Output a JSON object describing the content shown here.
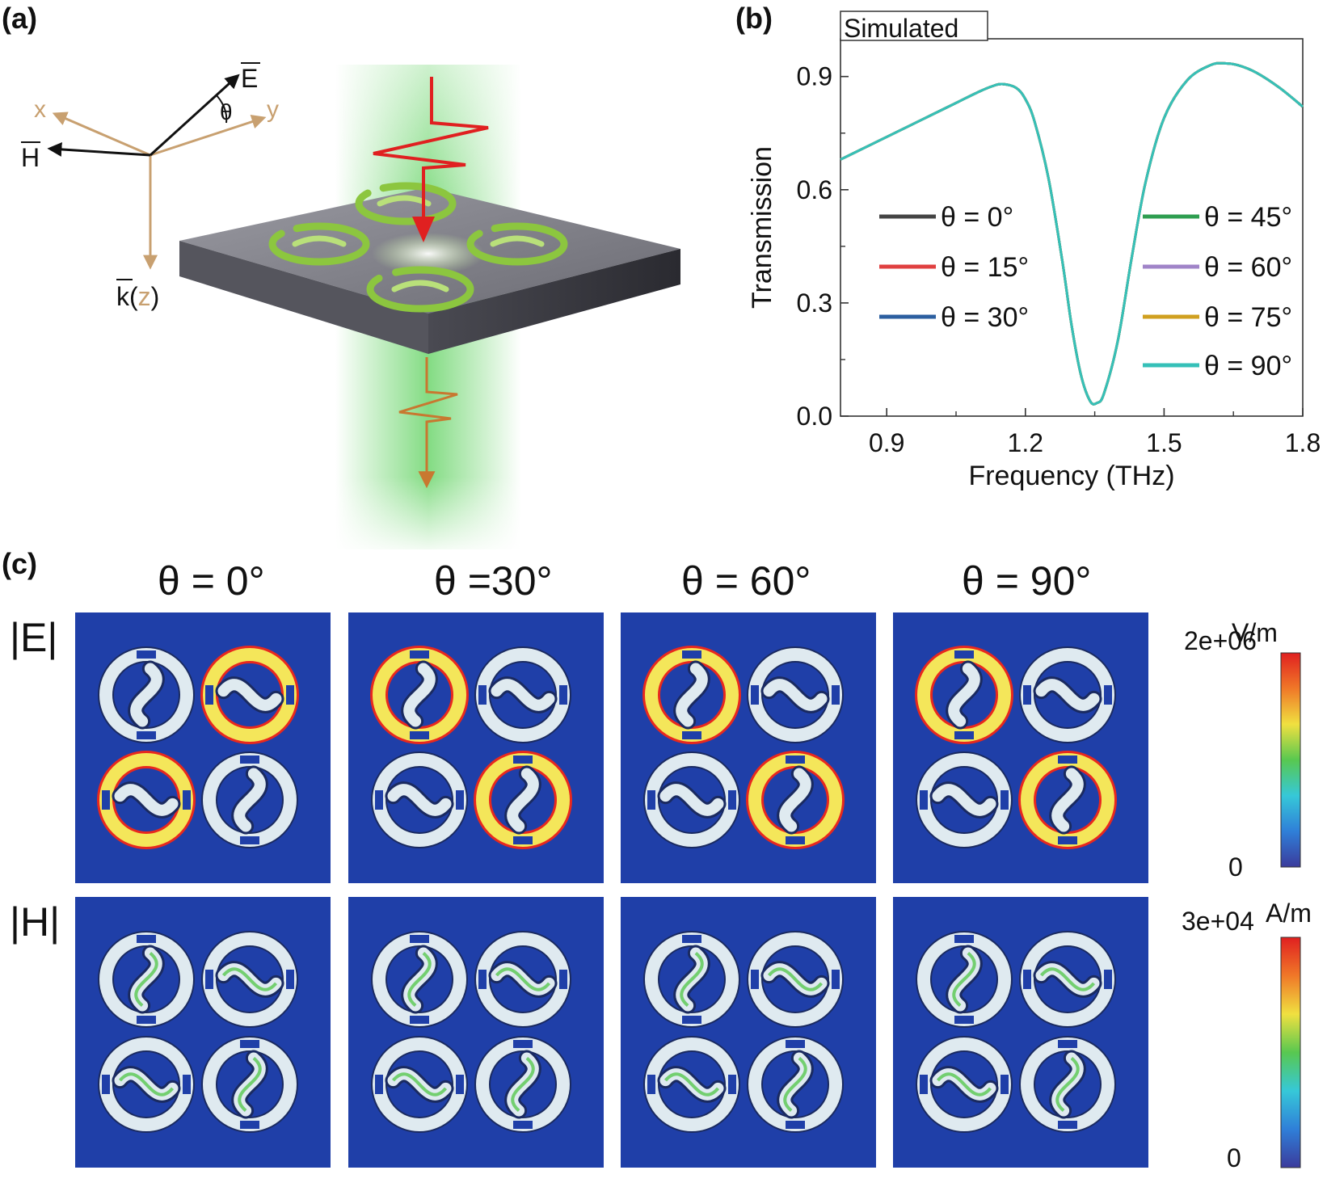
{
  "panel_labels": {
    "a": "(a)",
    "b": "(b)",
    "c": "(c)"
  },
  "schematic": {
    "vector_E": "E",
    "vector_H": "H",
    "vector_k": "k",
    "axis_x": "x",
    "axis_y": "y",
    "axis_z": "z",
    "angle_symbol": "θ",
    "colors": {
      "axis": "#c8a070",
      "incident": "#e02020",
      "transmitted": "#c87830",
      "beam": "#5ad05a",
      "slab": "#707078",
      "rings": "#9acd32"
    }
  },
  "chart_data": {
    "type": "line",
    "title": "Simulated",
    "xlabel": "Frequency (THz)",
    "ylabel": "Transmission",
    "xlim": [
      0.8,
      1.8
    ],
    "ylim": [
      0.0,
      1.0
    ],
    "xticks": [
      0.9,
      1.2,
      1.5,
      1.8
    ],
    "xtick_labels": [
      "0.9",
      "1.2",
      "1.5",
      "1.8"
    ],
    "yticks": [
      0.0,
      0.3,
      0.6,
      0.9
    ],
    "ytick_labels": [
      "0.0",
      "0.3",
      "0.6",
      "0.9"
    ],
    "x": [
      0.8,
      0.85,
      0.9,
      0.95,
      1.0,
      1.05,
      1.1,
      1.13,
      1.15,
      1.18,
      1.2,
      1.22,
      1.25,
      1.28,
      1.3,
      1.32,
      1.34,
      1.355,
      1.37,
      1.4,
      1.43,
      1.46,
      1.5,
      1.55,
      1.6,
      1.63,
      1.66,
      1.7,
      1.75,
      1.8
    ],
    "series": [
      {
        "name": "θ = 0°",
        "color": "#444444",
        "y": [
          0.68,
          0.71,
          0.74,
          0.77,
          0.8,
          0.83,
          0.86,
          0.875,
          0.88,
          0.87,
          0.84,
          0.78,
          0.63,
          0.41,
          0.24,
          0.11,
          0.04,
          0.035,
          0.06,
          0.2,
          0.42,
          0.62,
          0.79,
          0.89,
          0.93,
          0.935,
          0.93,
          0.91,
          0.87,
          0.82
        ]
      },
      {
        "name": "θ = 15°",
        "color": "#e04040",
        "y": [
          0.68,
          0.71,
          0.74,
          0.77,
          0.8,
          0.83,
          0.86,
          0.875,
          0.88,
          0.87,
          0.84,
          0.78,
          0.63,
          0.41,
          0.24,
          0.11,
          0.04,
          0.035,
          0.06,
          0.2,
          0.42,
          0.62,
          0.79,
          0.89,
          0.93,
          0.935,
          0.93,
          0.91,
          0.87,
          0.82
        ]
      },
      {
        "name": "θ = 30°",
        "color": "#2c5fa0",
        "y": [
          0.68,
          0.71,
          0.74,
          0.77,
          0.8,
          0.83,
          0.86,
          0.875,
          0.88,
          0.87,
          0.84,
          0.78,
          0.63,
          0.41,
          0.24,
          0.11,
          0.04,
          0.035,
          0.06,
          0.2,
          0.42,
          0.62,
          0.79,
          0.89,
          0.93,
          0.935,
          0.93,
          0.91,
          0.87,
          0.82
        ]
      },
      {
        "name": "θ = 45°",
        "color": "#2e9e50",
        "y": [
          0.68,
          0.71,
          0.74,
          0.77,
          0.8,
          0.83,
          0.86,
          0.875,
          0.88,
          0.87,
          0.84,
          0.78,
          0.63,
          0.41,
          0.24,
          0.11,
          0.04,
          0.035,
          0.06,
          0.2,
          0.42,
          0.62,
          0.79,
          0.89,
          0.93,
          0.935,
          0.93,
          0.91,
          0.87,
          0.82
        ]
      },
      {
        "name": "θ = 60°",
        "color": "#a084c8",
        "y": [
          0.68,
          0.71,
          0.74,
          0.77,
          0.8,
          0.83,
          0.86,
          0.875,
          0.88,
          0.87,
          0.84,
          0.78,
          0.63,
          0.41,
          0.24,
          0.11,
          0.04,
          0.035,
          0.06,
          0.2,
          0.42,
          0.62,
          0.79,
          0.89,
          0.93,
          0.935,
          0.93,
          0.91,
          0.87,
          0.82
        ]
      },
      {
        "name": "θ = 75°",
        "color": "#d0a020",
        "y": [
          0.68,
          0.71,
          0.74,
          0.77,
          0.8,
          0.83,
          0.86,
          0.875,
          0.88,
          0.87,
          0.84,
          0.78,
          0.63,
          0.41,
          0.24,
          0.11,
          0.04,
          0.035,
          0.06,
          0.2,
          0.42,
          0.62,
          0.79,
          0.89,
          0.93,
          0.935,
          0.93,
          0.91,
          0.87,
          0.82
        ]
      },
      {
        "name": "θ = 90°",
        "color": "#35c0b8",
        "y": [
          0.68,
          0.71,
          0.74,
          0.77,
          0.8,
          0.83,
          0.86,
          0.875,
          0.88,
          0.87,
          0.84,
          0.78,
          0.63,
          0.41,
          0.24,
          0.11,
          0.04,
          0.035,
          0.06,
          0.2,
          0.42,
          0.62,
          0.79,
          0.89,
          0.93,
          0.935,
          0.93,
          0.91,
          0.87,
          0.82
        ]
      }
    ],
    "legend": "two columns, inside plot"
  },
  "field_maps": {
    "columns": [
      {
        "title": "θ = 0°",
        "angle": 0
      },
      {
        "title": "θ =30°",
        "angle": 30
      },
      {
        "title": "θ = 60°",
        "angle": 60
      },
      {
        "title": "θ = 90°",
        "angle": 90
      }
    ],
    "rows": [
      {
        "label": "|E|",
        "unit": "V/m",
        "max": "2e+06",
        "min": "0"
      },
      {
        "label": "|H|",
        "unit": "A/m",
        "max": "3e+04",
        "min": "0"
      }
    ],
    "background_color": "#1f3fa8",
    "ring_color": "#dfeaf0",
    "hot_color": "#e8281e",
    "warm_color": "#f4e65a",
    "colormap": [
      "#3b3b9c",
      "#2f7fd8",
      "#36c8d8",
      "#58c850",
      "#f0e040",
      "#f07828",
      "#e02020"
    ]
  }
}
